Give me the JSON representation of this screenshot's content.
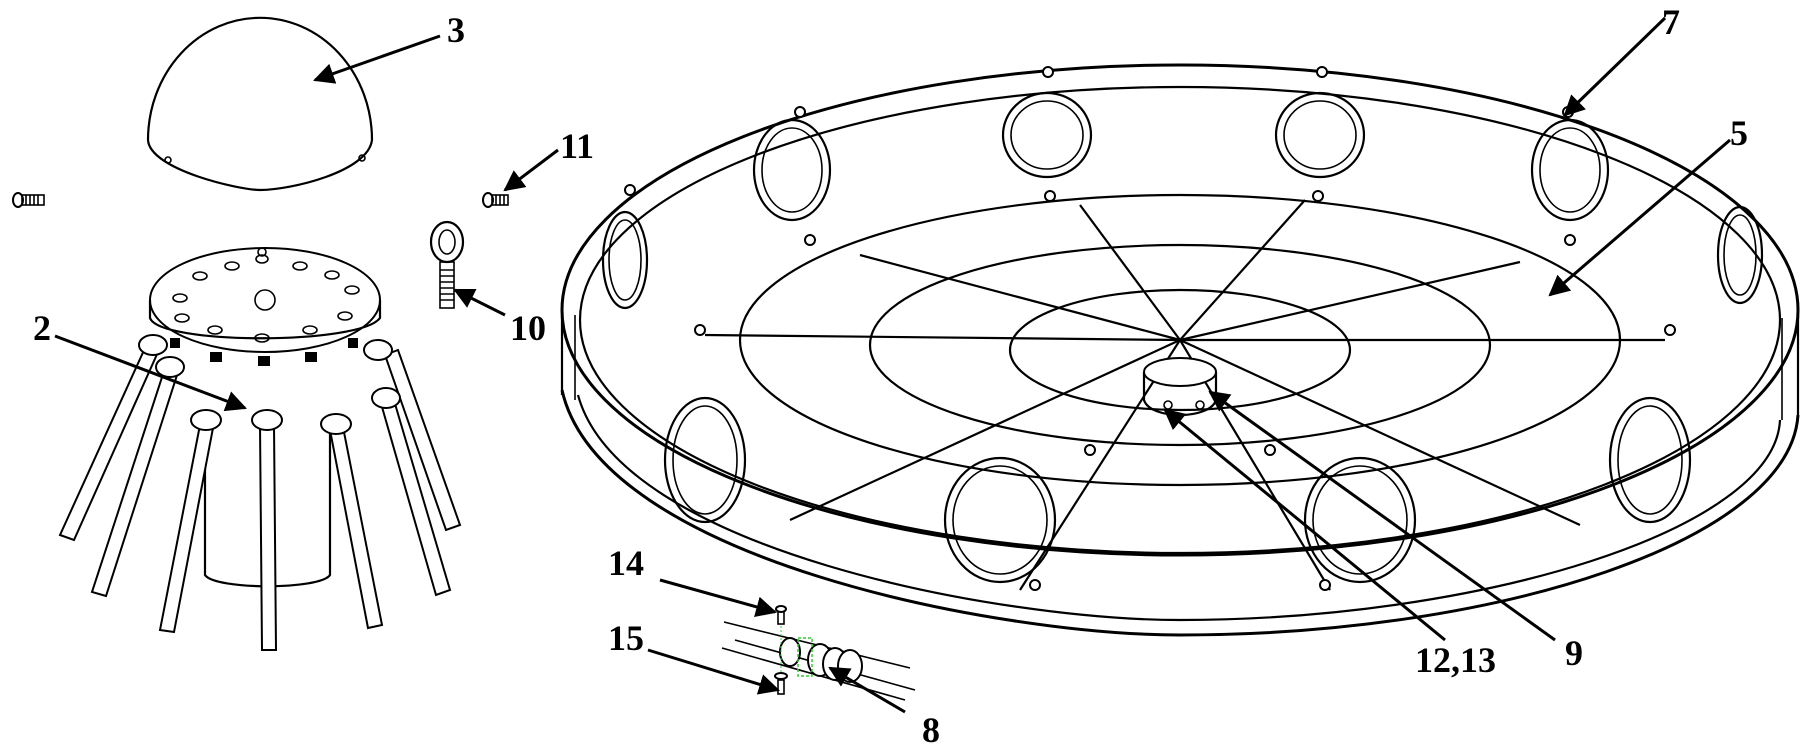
{
  "diagram": {
    "background": "#ffffff",
    "line_color": "#000000",
    "highlight_color": "#33cc33",
    "callouts": {
      "c2": "2",
      "c3": "3",
      "c5": "5",
      "c7": "7",
      "c8": "8",
      "c9": "9",
      "c10": "10",
      "c11": "11",
      "c12": "12,13",
      "c14": "14",
      "c15": "15"
    }
  }
}
